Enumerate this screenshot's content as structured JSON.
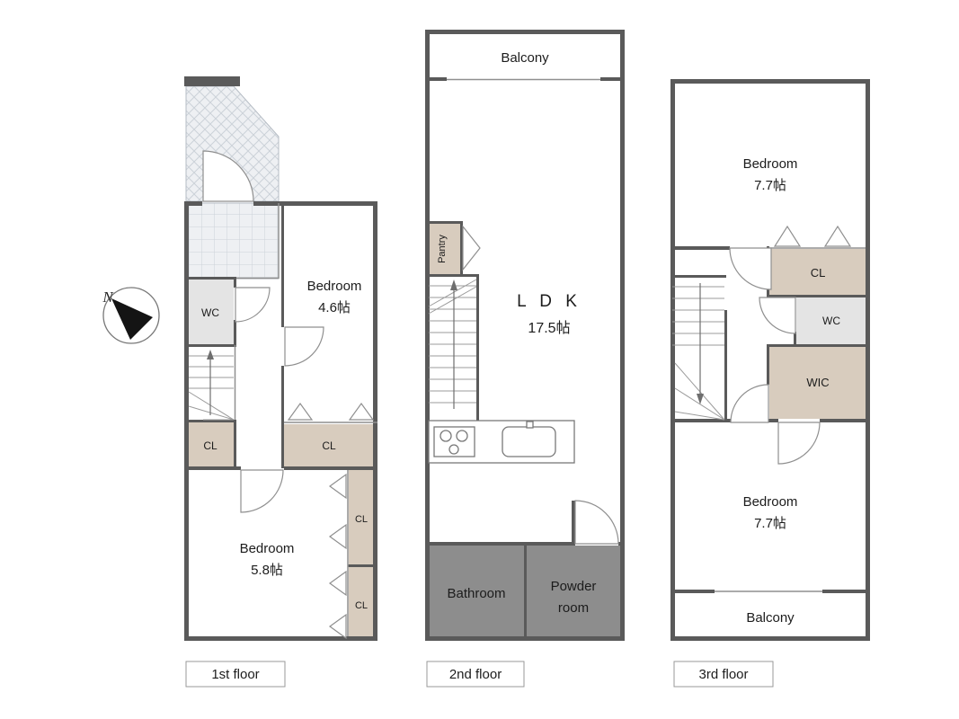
{
  "compass": {
    "north_label": "N"
  },
  "floors": {
    "first": {
      "tag": "1st floor",
      "wc_label": "WC",
      "cl_hall_label": "CL",
      "cl_bedroom1_label": "CL",
      "cl_b2_upper_label": "CL",
      "cl_b2_lower_label": "CL",
      "bedroom1_name": "Bedroom",
      "bedroom1_size": "4.6帖",
      "bedroom2_name": "Bedroom",
      "bedroom2_size": "5.8帖"
    },
    "second": {
      "tag": "2nd floor",
      "balcony_label": "Balcony",
      "pantry_label": "Pantry",
      "ldk_name": "L D K",
      "ldk_size": "17.5帖",
      "bathroom_label": "Bathroom",
      "powder_line1": "Powder",
      "powder_line2": "room"
    },
    "third": {
      "tag": "3rd floor",
      "bedroom_top_name": "Bedroom",
      "bedroom_top_size": "7.7帖",
      "cl_label": "CL",
      "wc_label": "WC",
      "wic_label": "WIC",
      "bedroom_bottom_name": "Bedroom",
      "bedroom_bottom_size": "7.7帖",
      "balcony_label": "Balcony"
    }
  },
  "colors": {
    "wall": "#5a5a5a",
    "closet_fill": "#d8ccbe",
    "wc_fill": "#e4e4e4",
    "wet_room_fill": "#8d8d8d",
    "entrance_tile_fill": "#eef0f3",
    "entrance_tile_line": "#ccd2d8"
  }
}
